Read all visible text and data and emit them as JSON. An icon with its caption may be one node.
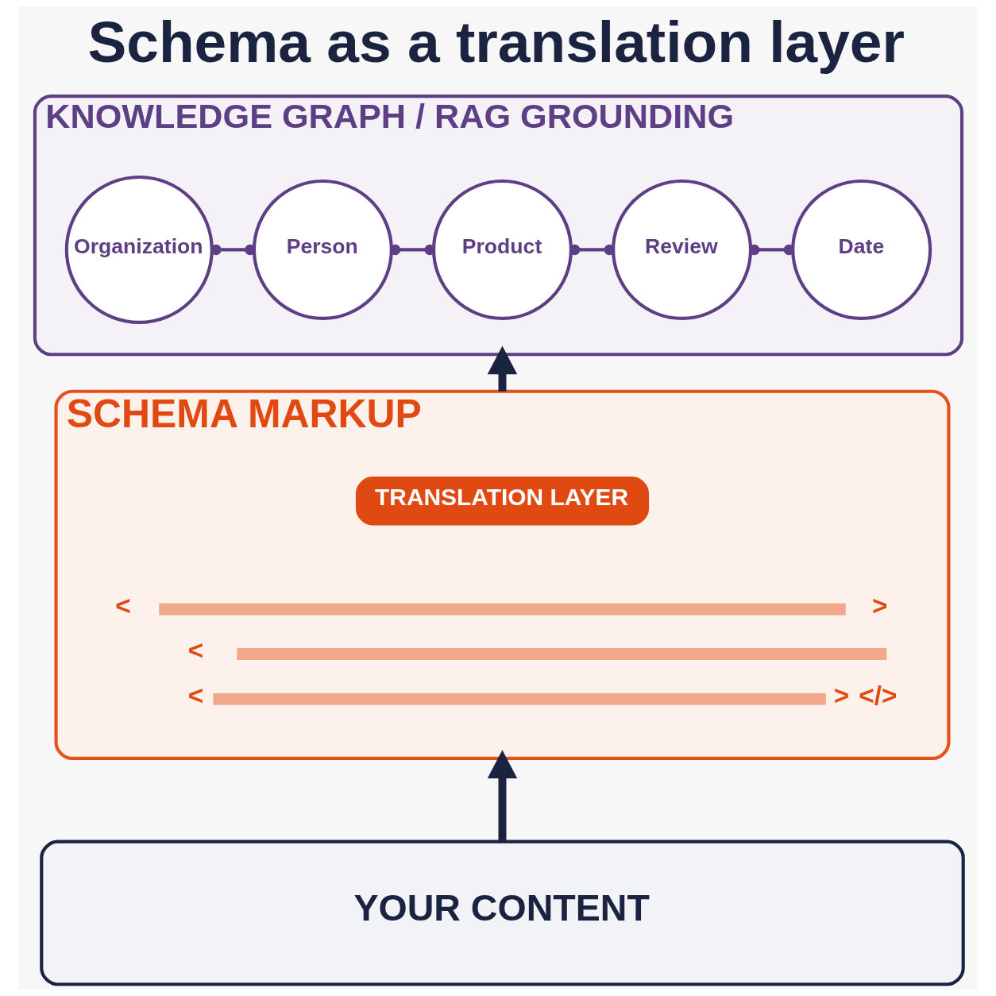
{
  "diagram": {
    "title": "Schema as a translation layer",
    "nodes": [
      {
        "text": [
          "KNOWLEDGE GRAPH / RAG GROUNDING"
        ]
      },
      {
        "text": [
          "Organization"
        ],
        "in": 0
      },
      {
        "text": [
          "Person"
        ],
        "in": 0
      },
      {
        "text": [
          "Product"
        ],
        "in": 0
      },
      {
        "text": [
          "Review"
        ],
        "in": 0
      },
      {
        "text": [
          "Date"
        ],
        "in": 0
      },
      {
        "text": [
          "SCHEMA MARKUP"
        ]
      },
      {
        "text": [
          "TRANSLATION LAYER"
        ],
        "in": 6
      },
      {
        "text": [
          "YOUR CONTENT"
        ]
      }
    ],
    "edges": [
      {
        "from": 1,
        "to": 2,
        "arrow": "other"
      },
      {
        "from": 2,
        "to": 3,
        "arrow": "other"
      },
      {
        "from": 3,
        "to": 4,
        "arrow": "other"
      },
      {
        "from": 4,
        "to": 5,
        "arrow": "other"
      },
      {
        "from": 8,
        "to": 6,
        "arrow": "to",
        "style": "thick",
        "color": "#1a2340"
      },
      {
        "from": 6,
        "to": 0,
        "arrow": "to",
        "style": "thick",
        "color": "#1a2340"
      }
    ],
    "labels": [
      "<",
      ">",
      "<",
      "<",
      ">",
      "</>"
    ]
  }
}
